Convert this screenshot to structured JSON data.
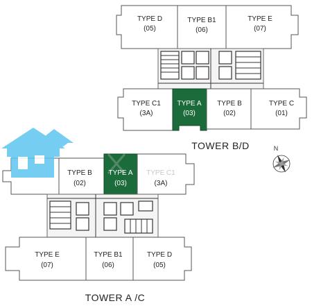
{
  "colors": {
    "highlight": "#1c6b3a",
    "watermark": "#5ec6ef"
  },
  "icons": {
    "watermark": "house-icon",
    "compass": "compass-rose-icon"
  },
  "tower_bd": {
    "name": "TOWER B/D",
    "units": [
      {
        "type": "TYPE D",
        "num": "(05)"
      },
      {
        "type": "TYPE B1",
        "num": "(06)"
      },
      {
        "type": "TYPE E",
        "num": "(07)"
      },
      {
        "type": "TYPE C1",
        "num": "(3A)"
      },
      {
        "type": "TYPE A",
        "num": "(03)"
      },
      {
        "type": "TYPE B",
        "num": "(02)"
      },
      {
        "type": "TYPE C",
        "num": "(01)"
      }
    ]
  },
  "tower_ac": {
    "name": "TOWER A /C",
    "units": [
      {
        "type": "TYPE B",
        "num": "(02)"
      },
      {
        "type": "TYPE A",
        "num": "(03)"
      },
      {
        "type": "TYPE C1",
        "num": "(3A)"
      },
      {
        "type": "TYPE E",
        "num": "(07)"
      },
      {
        "type": "TYPE B1",
        "num": "(06)"
      },
      {
        "type": "TYPE D",
        "num": "(05)"
      }
    ]
  },
  "compass": {
    "north": "N"
  }
}
